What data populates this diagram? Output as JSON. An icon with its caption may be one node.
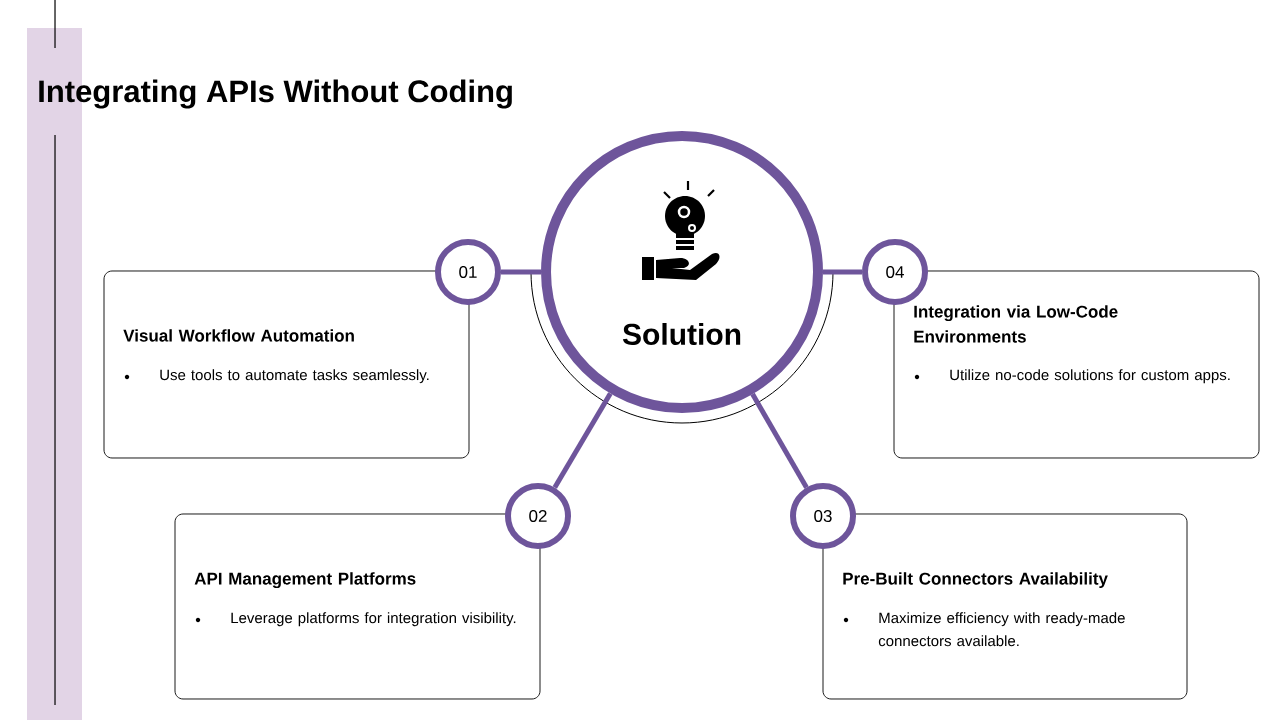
{
  "diagram": {
    "title": "Integrating APIs Without Coding",
    "nodes": [
      {
        "text": [
          "Solution"
        ]
      },
      {
        "text": [
          "01"
        ]
      },
      {
        "text": [
          "Visual Workflow Automation",
          "Use tools to automate tasks seamlessly."
        ]
      },
      {
        "text": [
          "04"
        ]
      },
      {
        "text": [
          "Integration via Low-Code Environments",
          "Utilize no-code solutions for custom apps."
        ]
      },
      {
        "text": [
          "02"
        ]
      },
      {
        "text": [
          "API Management Platforms",
          "Leverage platforms for integration visibility."
        ]
      },
      {
        "text": [
          "03"
        ]
      },
      {
        "text": [
          "Pre-Built Connectors Availability",
          "Maximize efficiency with ready-made connectors available."
        ]
      }
    ],
    "edges": [
      {
        "from": 0,
        "to": 1,
        "arrow": "none"
      },
      {
        "from": 0,
        "to": 3,
        "arrow": "none"
      },
      {
        "from": 0,
        "to": 5,
        "arrow": "none"
      },
      {
        "from": 0,
        "to": 7,
        "arrow": "none"
      }
    ]
  }
}
